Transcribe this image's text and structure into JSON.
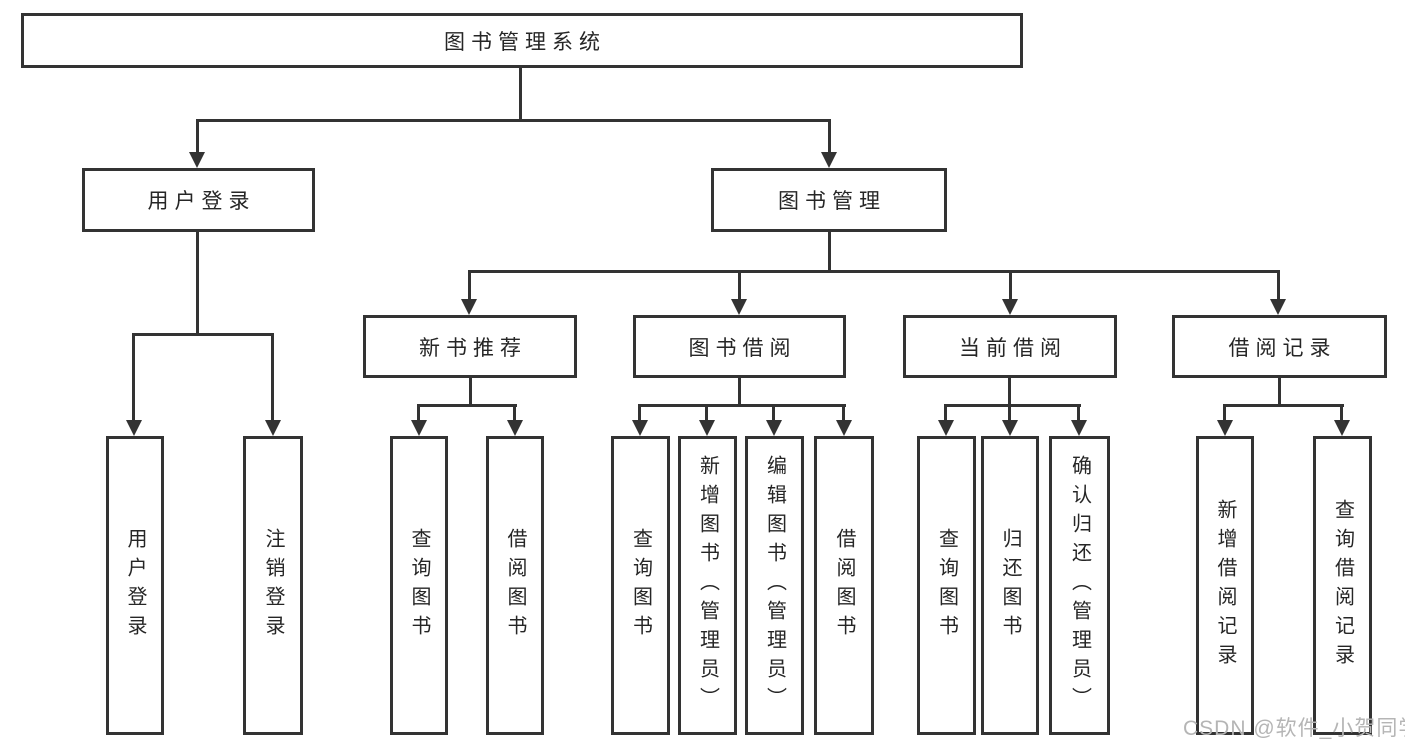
{
  "diagram_title": "图书管理系统",
  "colors": {
    "line": "#333333",
    "text": "#262626",
    "watermark": "#b5b5b5",
    "background": "#ffffff"
  },
  "tree": {
    "root": {
      "label": "图书管理系统"
    },
    "branches": [
      {
        "label": "用户登录",
        "children": [
          {
            "label": "用户登录"
          },
          {
            "label": "注销登录"
          }
        ]
      },
      {
        "label": "图书管理",
        "children": [
          {
            "label": "新书推荐",
            "children": [
              {
                "label": "查询图书"
              },
              {
                "label": "借阅图书"
              }
            ]
          },
          {
            "label": "图书借阅",
            "children": [
              {
                "label": "查询图书"
              },
              {
                "label": "新增图书（管理员）"
              },
              {
                "label": "编辑图书（管理员）"
              },
              {
                "label": "借阅图书"
              }
            ]
          },
          {
            "label": "当前借阅",
            "children": [
              {
                "label": "查询图书"
              },
              {
                "label": "归还图书"
              },
              {
                "label": "确认归还（管理员）"
              }
            ]
          },
          {
            "label": "借阅记录",
            "children": [
              {
                "label": "新增借阅记录"
              },
              {
                "label": "查询借阅记录"
              }
            ]
          }
        ]
      }
    ]
  },
  "watermark": {
    "text": "CSDN @软件_小贺同学"
  }
}
